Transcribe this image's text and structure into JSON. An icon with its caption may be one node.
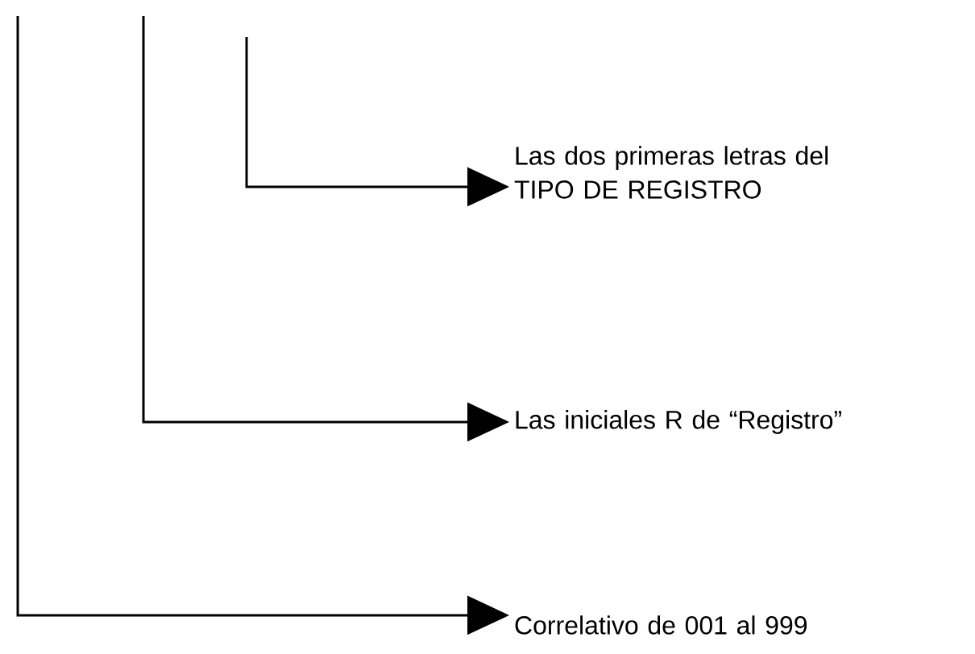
{
  "diagram": {
    "nodes": [
      {
        "text": [
          "Las dos primeras letras del TIPO DE REGISTRO"
        ]
      },
      {
        "text": [
          "Las iniciales R de “Registro”"
        ]
      },
      {
        "text": [
          "Correlativo de 001 al 999"
        ]
      }
    ],
    "edges": [
      {
        "from": null,
        "to": 0,
        "arrow": "to"
      },
      {
        "from": null,
        "to": 1,
        "arrow": "to"
      },
      {
        "from": null,
        "to": 2,
        "arrow": "to"
      }
    ]
  }
}
